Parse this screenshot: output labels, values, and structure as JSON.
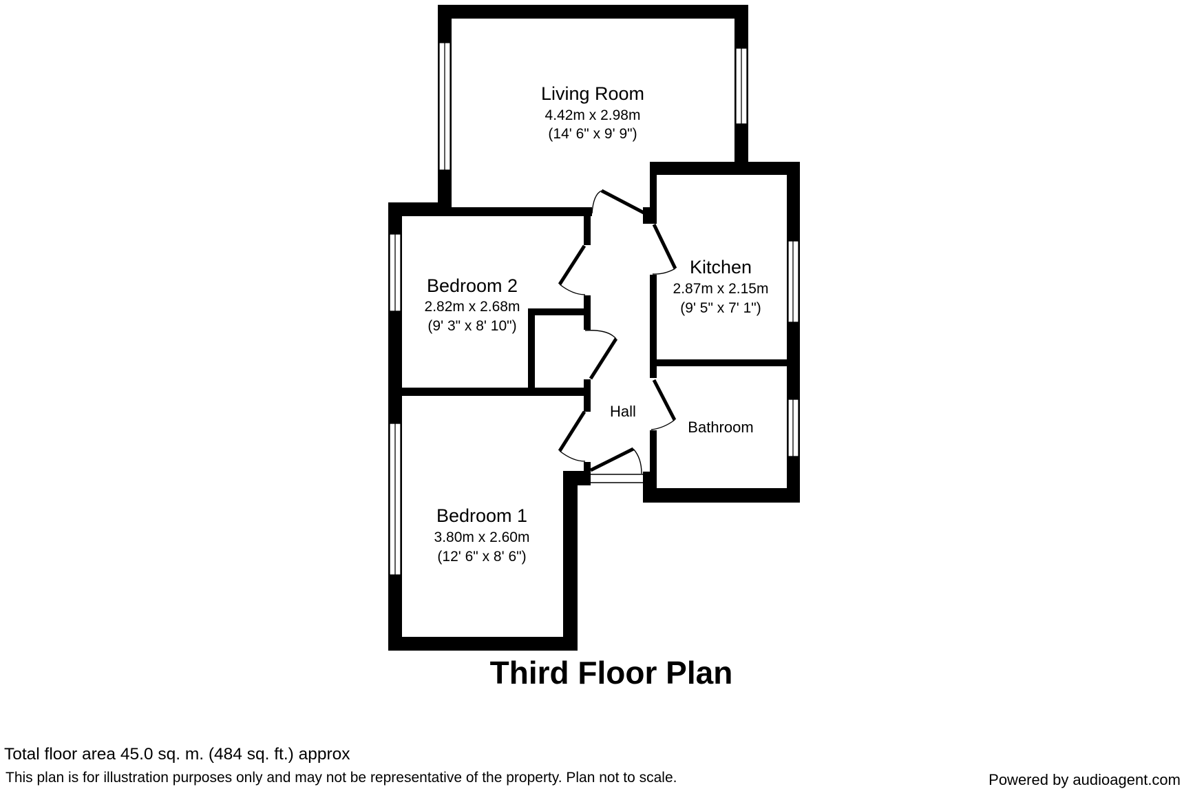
{
  "plan": {
    "title": "Third Floor Plan",
    "rooms": {
      "living_room": {
        "name": "Living Room",
        "size_metric": "4.42m x 2.98m",
        "size_imperial": "(14' 6\" x 9' 9\")"
      },
      "kitchen": {
        "name": "Kitchen",
        "size_metric": "2.87m x 2.15m",
        "size_imperial": "(9' 5\" x 7' 1\")"
      },
      "bedroom_2": {
        "name": "Bedroom 2",
        "size_metric": "2.82m x 2.68m",
        "size_imperial": "(9' 3\" x 8' 10\")"
      },
      "bedroom_1": {
        "name": "Bedroom 1",
        "size_metric": "3.80m x 2.60m",
        "size_imperial": "(12' 6\" x 8' 6\")"
      },
      "hall": {
        "name": "Hall"
      },
      "bathroom": {
        "name": "Bathroom"
      }
    }
  },
  "footer": {
    "total_area": "Total floor area 45.0 sq. m. (484 sq. ft.) approx",
    "disclaimer": "This plan is for illustration purposes only and may not be representative of the property. Plan not to scale.",
    "powered_by": "Powered by audioagent.com"
  }
}
